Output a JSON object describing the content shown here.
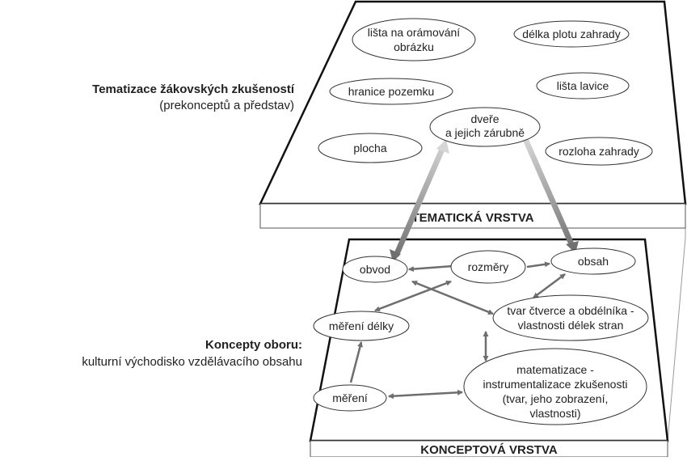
{
  "side_labels": {
    "top_title": "Tematizace žákovských zkušeností",
    "top_subtitle": "(prekonceptů a představ)",
    "bottom_title": "Koncepty oboru:",
    "bottom_subtitle": "kulturní východisko vzdělávacího obsahu"
  },
  "layers": {
    "top": {
      "band_label": "TEMATICKÁ VRSTVA",
      "nodes": [
        {
          "id": "lista-obrazku",
          "lines": [
            "lišta na orámování",
            "obrázku"
          ]
        },
        {
          "id": "delka-plotu",
          "lines": [
            "délka plotu zahrady"
          ]
        },
        {
          "id": "hranice-pozemku",
          "lines": [
            "hranice pozemku"
          ]
        },
        {
          "id": "lista-lavice",
          "lines": [
            "lišta lavice"
          ]
        },
        {
          "id": "dvere",
          "lines": [
            "dveře",
            "a jejich zárubně"
          ]
        },
        {
          "id": "plocha",
          "lines": [
            "plocha"
          ]
        },
        {
          "id": "rozloha-zahrady",
          "lines": [
            "rozloha zahrady"
          ]
        }
      ]
    },
    "bottom": {
      "band_label": "KONCEPTOVÁ VRSTVA",
      "nodes": [
        {
          "id": "obvod",
          "lines": [
            "obvod"
          ]
        },
        {
          "id": "rozmery",
          "lines": [
            "rozměry"
          ]
        },
        {
          "id": "obsah",
          "lines": [
            "obsah"
          ]
        },
        {
          "id": "tvar",
          "lines": [
            "tvar čtverce a obdélníka -",
            "vlastnosti délek stran"
          ]
        },
        {
          "id": "mereni-delky",
          "lines": [
            "měření délky"
          ]
        },
        {
          "id": "matematizace",
          "lines": [
            "matematizace -",
            "instrumentalizace zkušenosti",
            "(tvar, jeho zobrazení,",
            "vlastnosti)"
          ]
        },
        {
          "id": "mereni",
          "lines": [
            "měření"
          ]
        }
      ]
    }
  },
  "connections": [
    {
      "from": "rozmery",
      "to": "obvod",
      "kind": "single"
    },
    {
      "from": "rozmery",
      "to": "obsah",
      "kind": "single"
    },
    {
      "from": "obvod",
      "to": "tvar",
      "kind": "double"
    },
    {
      "from": "rozmery",
      "to": "mereni-delky",
      "kind": "double"
    },
    {
      "from": "obsah",
      "to": "tvar",
      "kind": "double"
    },
    {
      "from": "tvar",
      "to": "matematizace",
      "kind": "double"
    },
    {
      "from": "mereni",
      "to": "mereni-delky",
      "kind": "single"
    },
    {
      "from": "mereni",
      "to": "matematizace",
      "kind": "double"
    }
  ],
  "colors": {
    "plane_stroke": "#111111",
    "edge_line": "#7a7a7a",
    "concept_arrow": "#6e6e6e",
    "grad_dark": "#707070",
    "grad_light": "#d6d6d6"
  }
}
